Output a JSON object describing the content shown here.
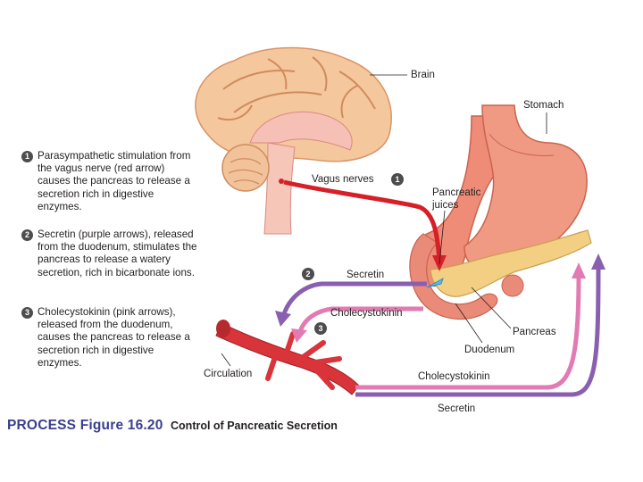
{
  "steps": [
    {
      "num": "1",
      "text": "Parasympathetic stimulation from the vagus nerve (red arrow) causes the pancreas to release a secretion rich in digestive enzymes."
    },
    {
      "num": "2",
      "text": "Secretin (purple arrows), released from the duodenum, stimulates the pancreas to release a watery secretion, rich in bicarbonate ions."
    },
    {
      "num": "3",
      "text": "Cholecystokinin (pink arrows), released from the duodenum, causes the pancreas to release a secretion rich in digestive enzymes."
    }
  ],
  "labels": {
    "brain": "Brain",
    "stomach": "Stomach",
    "vagus_nerves": "Vagus nerves",
    "pancreatic_juices_1": "Pancreatic",
    "pancreatic_juices_2": "juices",
    "secretin_upper": "Secretin",
    "cholecystokinin_upper": "Cholecystokinin",
    "pancreas": "Pancreas",
    "duodenum": "Duodenum",
    "circulation": "Circulation",
    "cholecystokinin_lower": "Cholecystokinin",
    "secretin_lower": "Secretin",
    "badge_1": "1",
    "badge_2": "2",
    "badge_3": "3"
  },
  "caption": {
    "process": "PROCESS Figure 16.20",
    "title": "Control of Pancreatic Secretion"
  },
  "colors": {
    "vagus_arrow": "#d62027",
    "secretin_arrow": "#8a5fb0",
    "cck_arrow": "#e27bb3",
    "brain": "#f5b98a",
    "organ": "#ef8f7d",
    "artery": "#d9343a"
  }
}
